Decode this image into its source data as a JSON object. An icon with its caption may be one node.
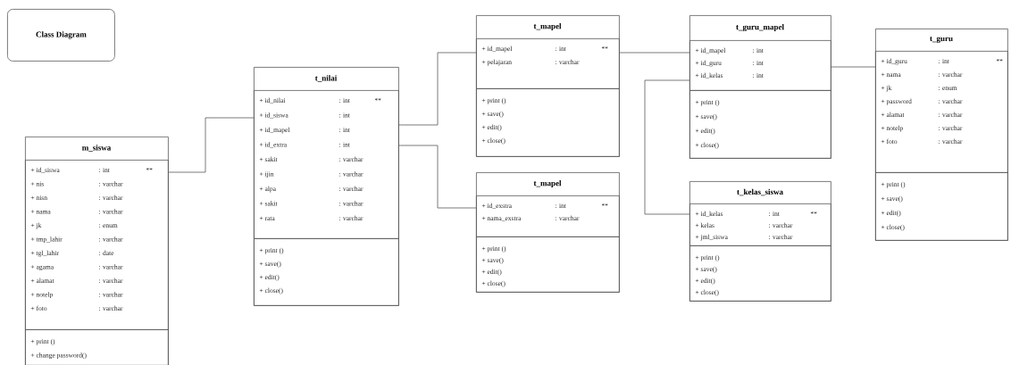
{
  "diagram": {
    "nodes": [
      {
        "text": [
          "Class Diagram"
        ]
      },
      {
        "text": [
          "m_siswa"
        ]
      },
      {
        "text": [
          "+ id_siswa",
          ": int",
          "**",
          "+ nis",
          ": varchar",
          "+ nisn",
          ": varchar",
          "+ nama",
          ": varchar",
          "+ jk",
          ": enum",
          "+ tmp_lahir",
          ": varchar",
          "+ tgl_lahir",
          ": date",
          "+ agama",
          ": varchar",
          "+ alamat",
          ": varchar",
          "+ notelp",
          ": varchar",
          "+ foto",
          ": varchar"
        ],
        "in": 1
      },
      {
        "text": [
          "+ print ()",
          "+ change password()"
        ],
        "in": 1
      },
      {
        "text": [
          "t_nilai"
        ]
      },
      {
        "text": [
          "+ id_nilai",
          ": int",
          "**",
          "+ id_siswa",
          ": int",
          "+ id_mapel",
          ": int",
          "+ id_extra",
          ": int",
          "+ sakit",
          ": varchar",
          "+ ijin",
          ": varchar",
          "+ alpa",
          ": varchar",
          "+ sakit",
          ": varchar",
          "+ rata",
          ": varchar"
        ],
        "in": 4
      },
      {
        "text": [
          "+ print ()",
          "+ save()",
          "+ edit()",
          "+ close()"
        ],
        "in": 4
      },
      {
        "text": [
          "t_mapel"
        ]
      },
      {
        "text": [
          "+ id_mapel",
          ": int",
          "**",
          "+ pelajaran",
          ": varchar"
        ],
        "in": 7
      },
      {
        "text": [
          "+ print ()",
          "+ save()",
          "+ edit()",
          "+ close()"
        ],
        "in": 7
      },
      {
        "text": [
          "t_mapel"
        ]
      },
      {
        "text": [
          "+ id_exstra",
          ": int",
          "**",
          "+ nama_exstra",
          ": varchar"
        ],
        "in": 10
      },
      {
        "text": [
          "+ print ()",
          "+ save()",
          "+ edit()",
          "+ close()"
        ],
        "in": 10
      },
      {
        "text": [
          "t_guru_mapel"
        ]
      },
      {
        "text": [
          "+ id_mapel",
          ": int",
          "+ id_guru",
          ": int",
          "+ id_kelas",
          ": int"
        ],
        "in": 13
      },
      {
        "text": [
          "+ print ()",
          "+ save()",
          "+ edit()",
          "+ close()"
        ],
        "in": 13
      },
      {
        "text": [
          "t_kelas_siswa"
        ]
      },
      {
        "text": [
          "+ id_kelas",
          ": int",
          "**",
          "+ kelas",
          ": varchar",
          "+ jml_siswa",
          ": varchar"
        ],
        "in": 16
      },
      {
        "text": [
          "+ print ()",
          "+ save()",
          "+ edit()",
          "+ close()"
        ],
        "in": 16
      },
      {
        "text": [
          "t_guru"
        ]
      },
      {
        "text": [
          "+ id_guru",
          ": int",
          "**",
          "+ nama",
          ": varchar",
          "+ jk",
          ": enum",
          "+ password",
          ": varchar",
          "+ alamat",
          ": varchar",
          "+ notelp",
          ": varchar",
          "+ foto",
          ": varchar"
        ],
        "in": 19
      },
      {
        "text": [
          "+ print ()",
          "+ save()",
          "+ edit()",
          "+ close()"
        ],
        "in": 19
      }
    ],
    "edges": [
      {
        "from": 1,
        "to": 4,
        "arrow": "none"
      },
      {
        "from": 4,
        "to": 7,
        "arrow": "none"
      },
      {
        "from": 4,
        "to": 10,
        "arrow": "none"
      },
      {
        "from": 7,
        "to": 13,
        "arrow": "none"
      },
      {
        "from": 13,
        "to": 16,
        "arrow": "none"
      },
      {
        "from": 13,
        "to": 19,
        "arrow": "none"
      }
    ]
  }
}
